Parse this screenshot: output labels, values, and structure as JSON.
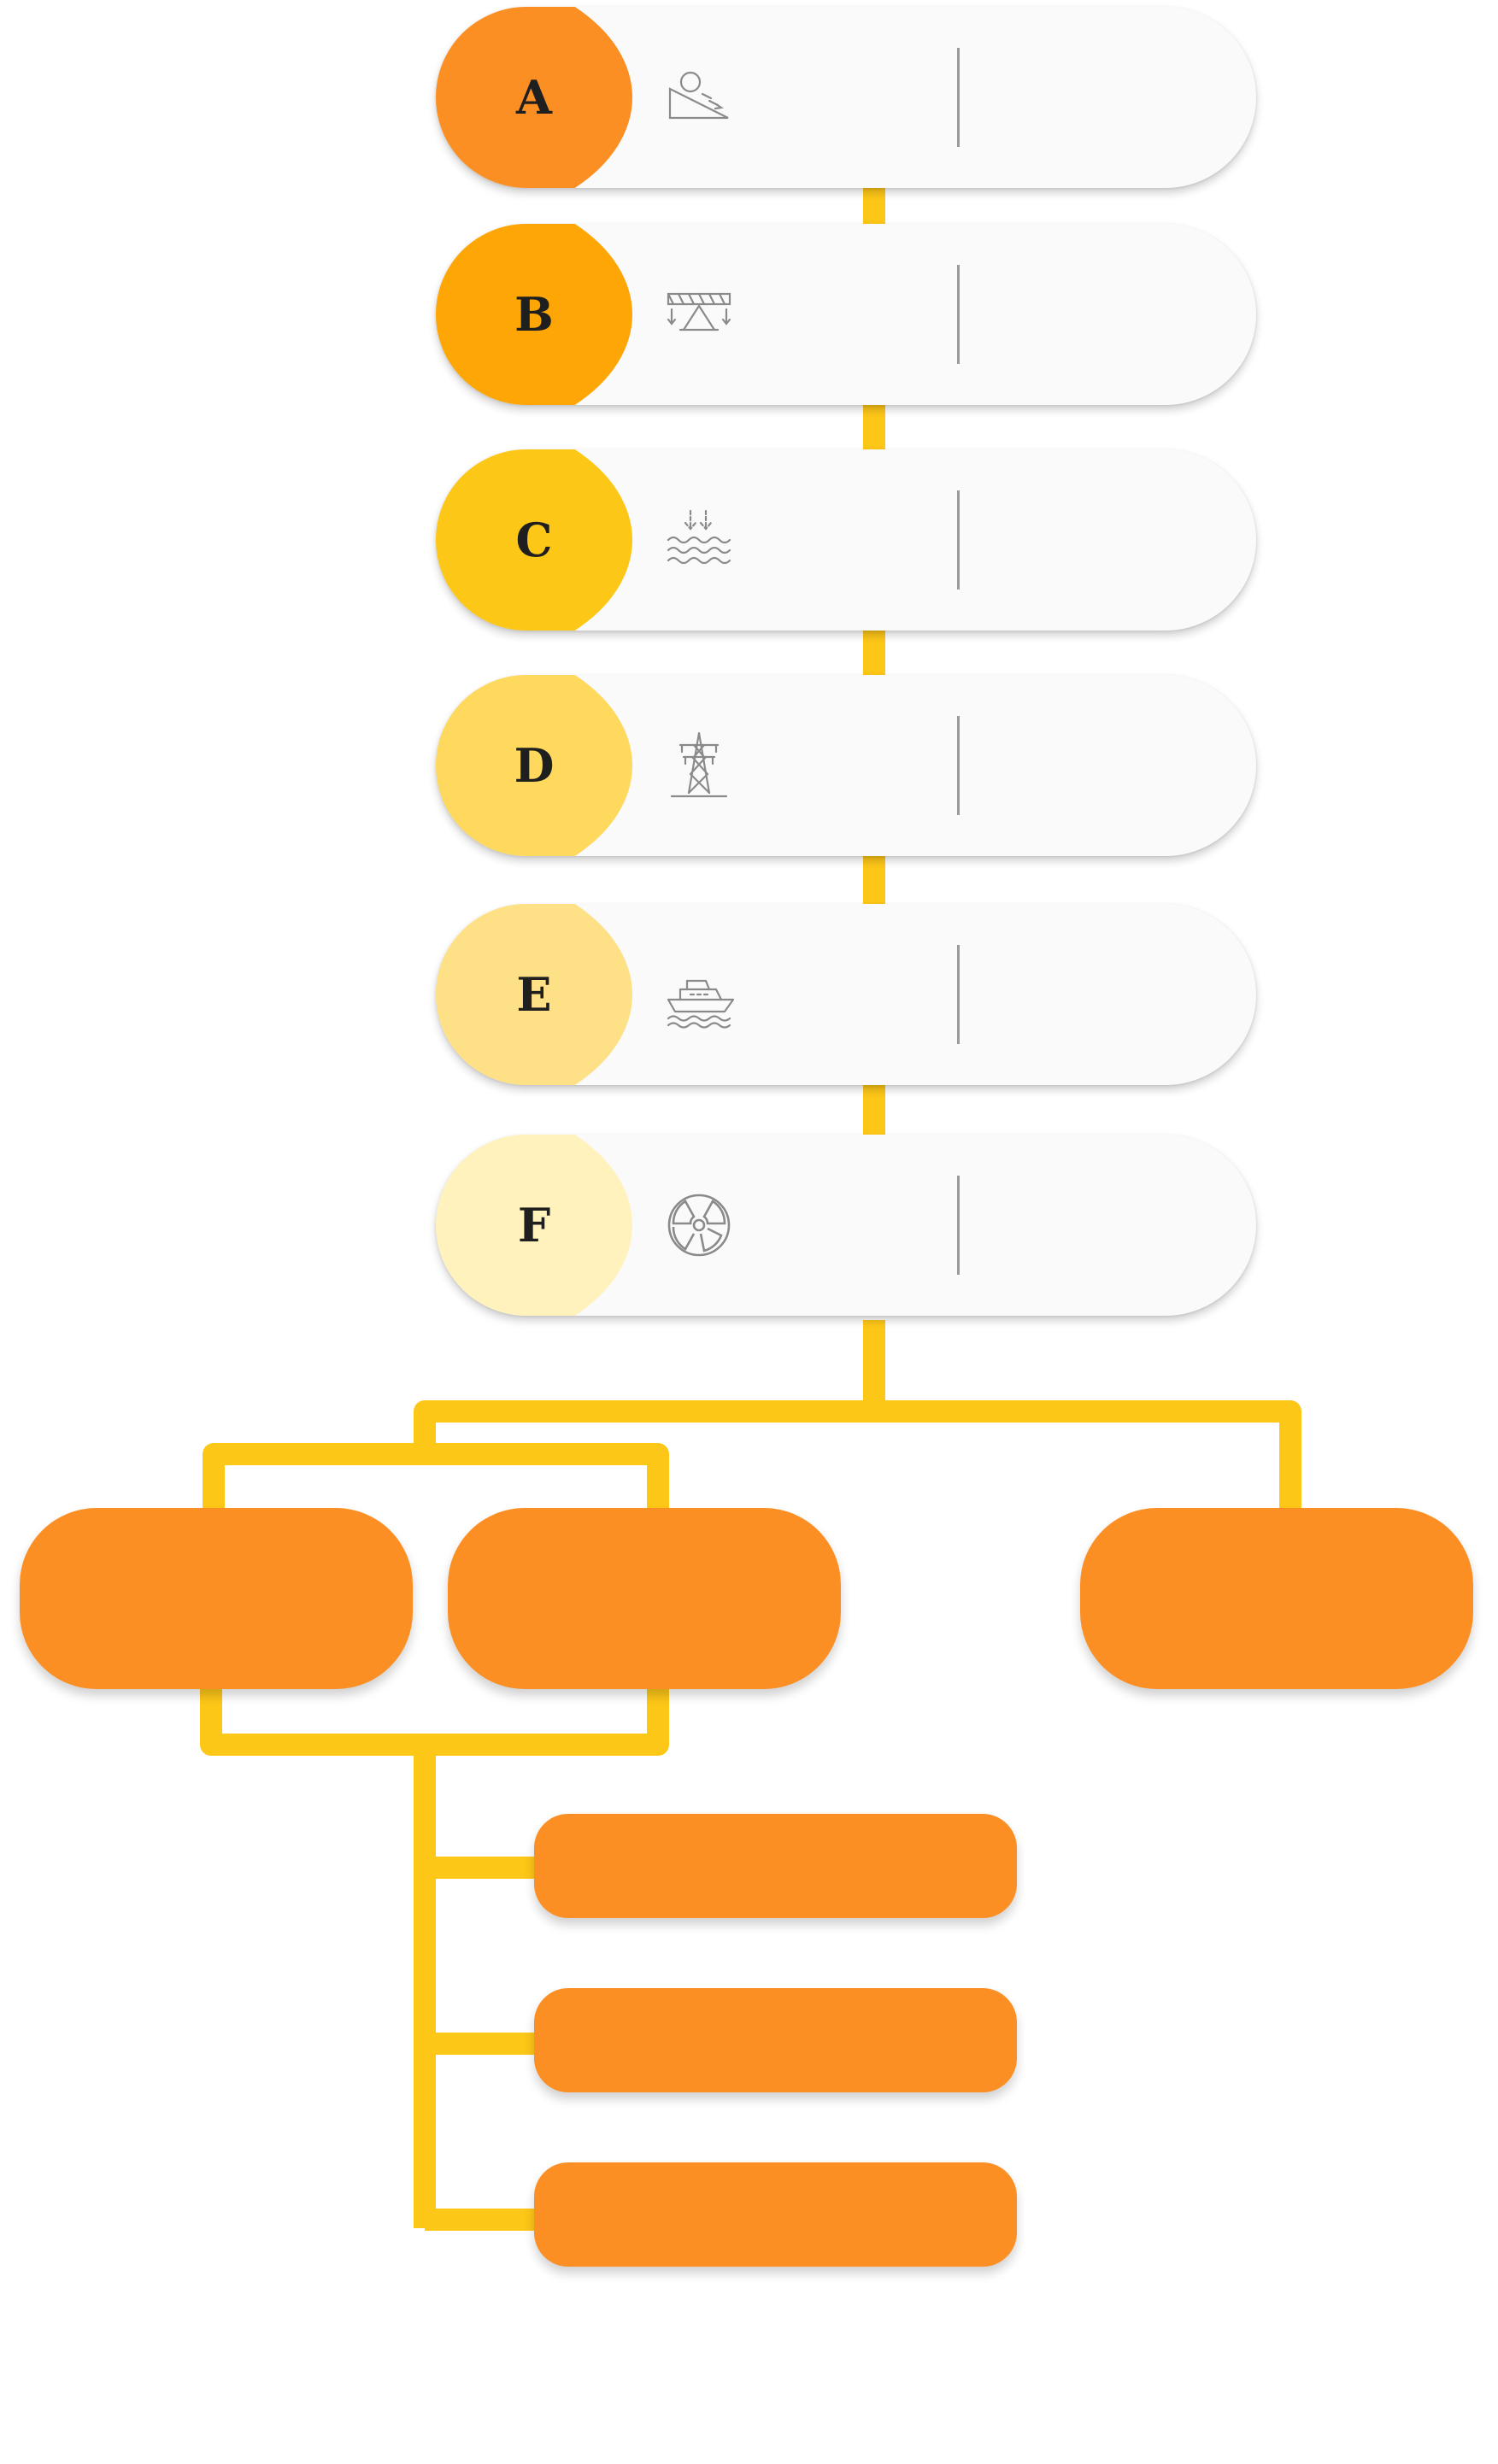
{
  "colors": {
    "connector": "#fdc718",
    "box": "#fc8f23",
    "pill_background": "#fafafa",
    "icon_stroke": "#8a8a8a"
  },
  "steps": [
    {
      "letter": "A",
      "color": "#fc8f23",
      "icon": "rolling-ball-slope-icon",
      "label": "",
      "text": ""
    },
    {
      "letter": "B",
      "color": "#fea605",
      "icon": "collapsing-bridge-icon",
      "label": "",
      "text": ""
    },
    {
      "letter": "C",
      "color": "#fdc718",
      "icon": "flood-water-icon",
      "label": "",
      "text": ""
    },
    {
      "letter": "D",
      "color": "#fed95e",
      "icon": "power-pylon-icon",
      "label": "",
      "text": ""
    },
    {
      "letter": "E",
      "color": "#fee087",
      "icon": "ship-on-water-icon",
      "label": "",
      "text": ""
    },
    {
      "letter": "F",
      "color": "#fff2bc",
      "icon": "radiation-symbol-icon",
      "label": "",
      "text": ""
    }
  ],
  "boxes": {
    "big": [
      "",
      "",
      ""
    ],
    "small": [
      "",
      "",
      ""
    ]
  }
}
